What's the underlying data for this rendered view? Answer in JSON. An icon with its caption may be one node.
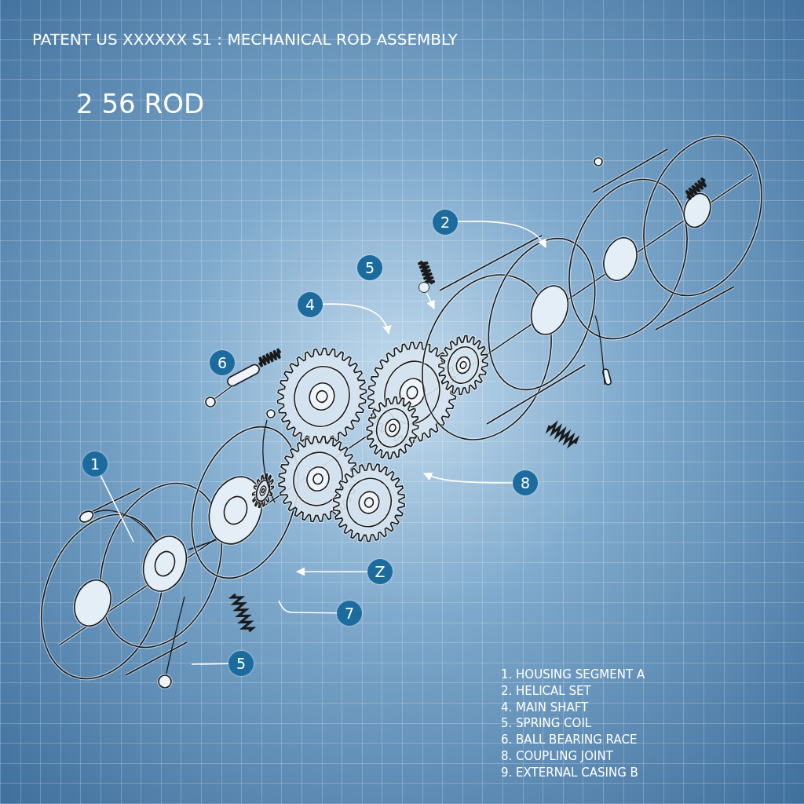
{
  "diagram": {
    "title": "PATENT US XXXXXX S1 : MECHANICAL ROD ASSEMBLY",
    "nodes": [
      {
        "text": [
          "2"
        ]
      },
      {
        "text": [
          "5"
        ]
      },
      {
        "text": [],
        "shape": "circle"
      },
      {
        "text": [
          "4"
        ]
      },
      {
        "text": [
          "6"
        ]
      },
      {
        "text": [
          "1"
        ]
      },
      {
        "text": [
          "8"
        ]
      },
      {
        "text": [
          "Z"
        ]
      },
      {
        "text": [
          "7"
        ]
      },
      {
        "text": [
          "5"
        ]
      }
    ],
    "edges": [
      {
        "from": 0,
        "to": null,
        "arrow": "to"
      },
      {
        "from": 2,
        "to": null,
        "arrow": "to"
      },
      {
        "from": 3,
        "to": null,
        "arrow": "to"
      },
      {
        "from": 5,
        "to": null,
        "arrow": "none"
      },
      {
        "from": 6,
        "to": null,
        "arrow": "to"
      },
      {
        "from": 7,
        "to": null,
        "arrow": "to"
      },
      {
        "from": 8,
        "to": null,
        "arrow": "none"
      },
      {
        "from": 9,
        "to": null,
        "arrow": "none"
      }
    ],
    "labels": [
      "2 56 ROD",
      "1. HOUSING SEGMENT A",
      "2. HELICAL SET",
      "4. MAIN SHAFT",
      "5. SPRING COIL",
      "6. BALL BEARING RACE",
      "8. COUPLING JOINT",
      "9. EXTERNAL CASING B"
    ]
  }
}
